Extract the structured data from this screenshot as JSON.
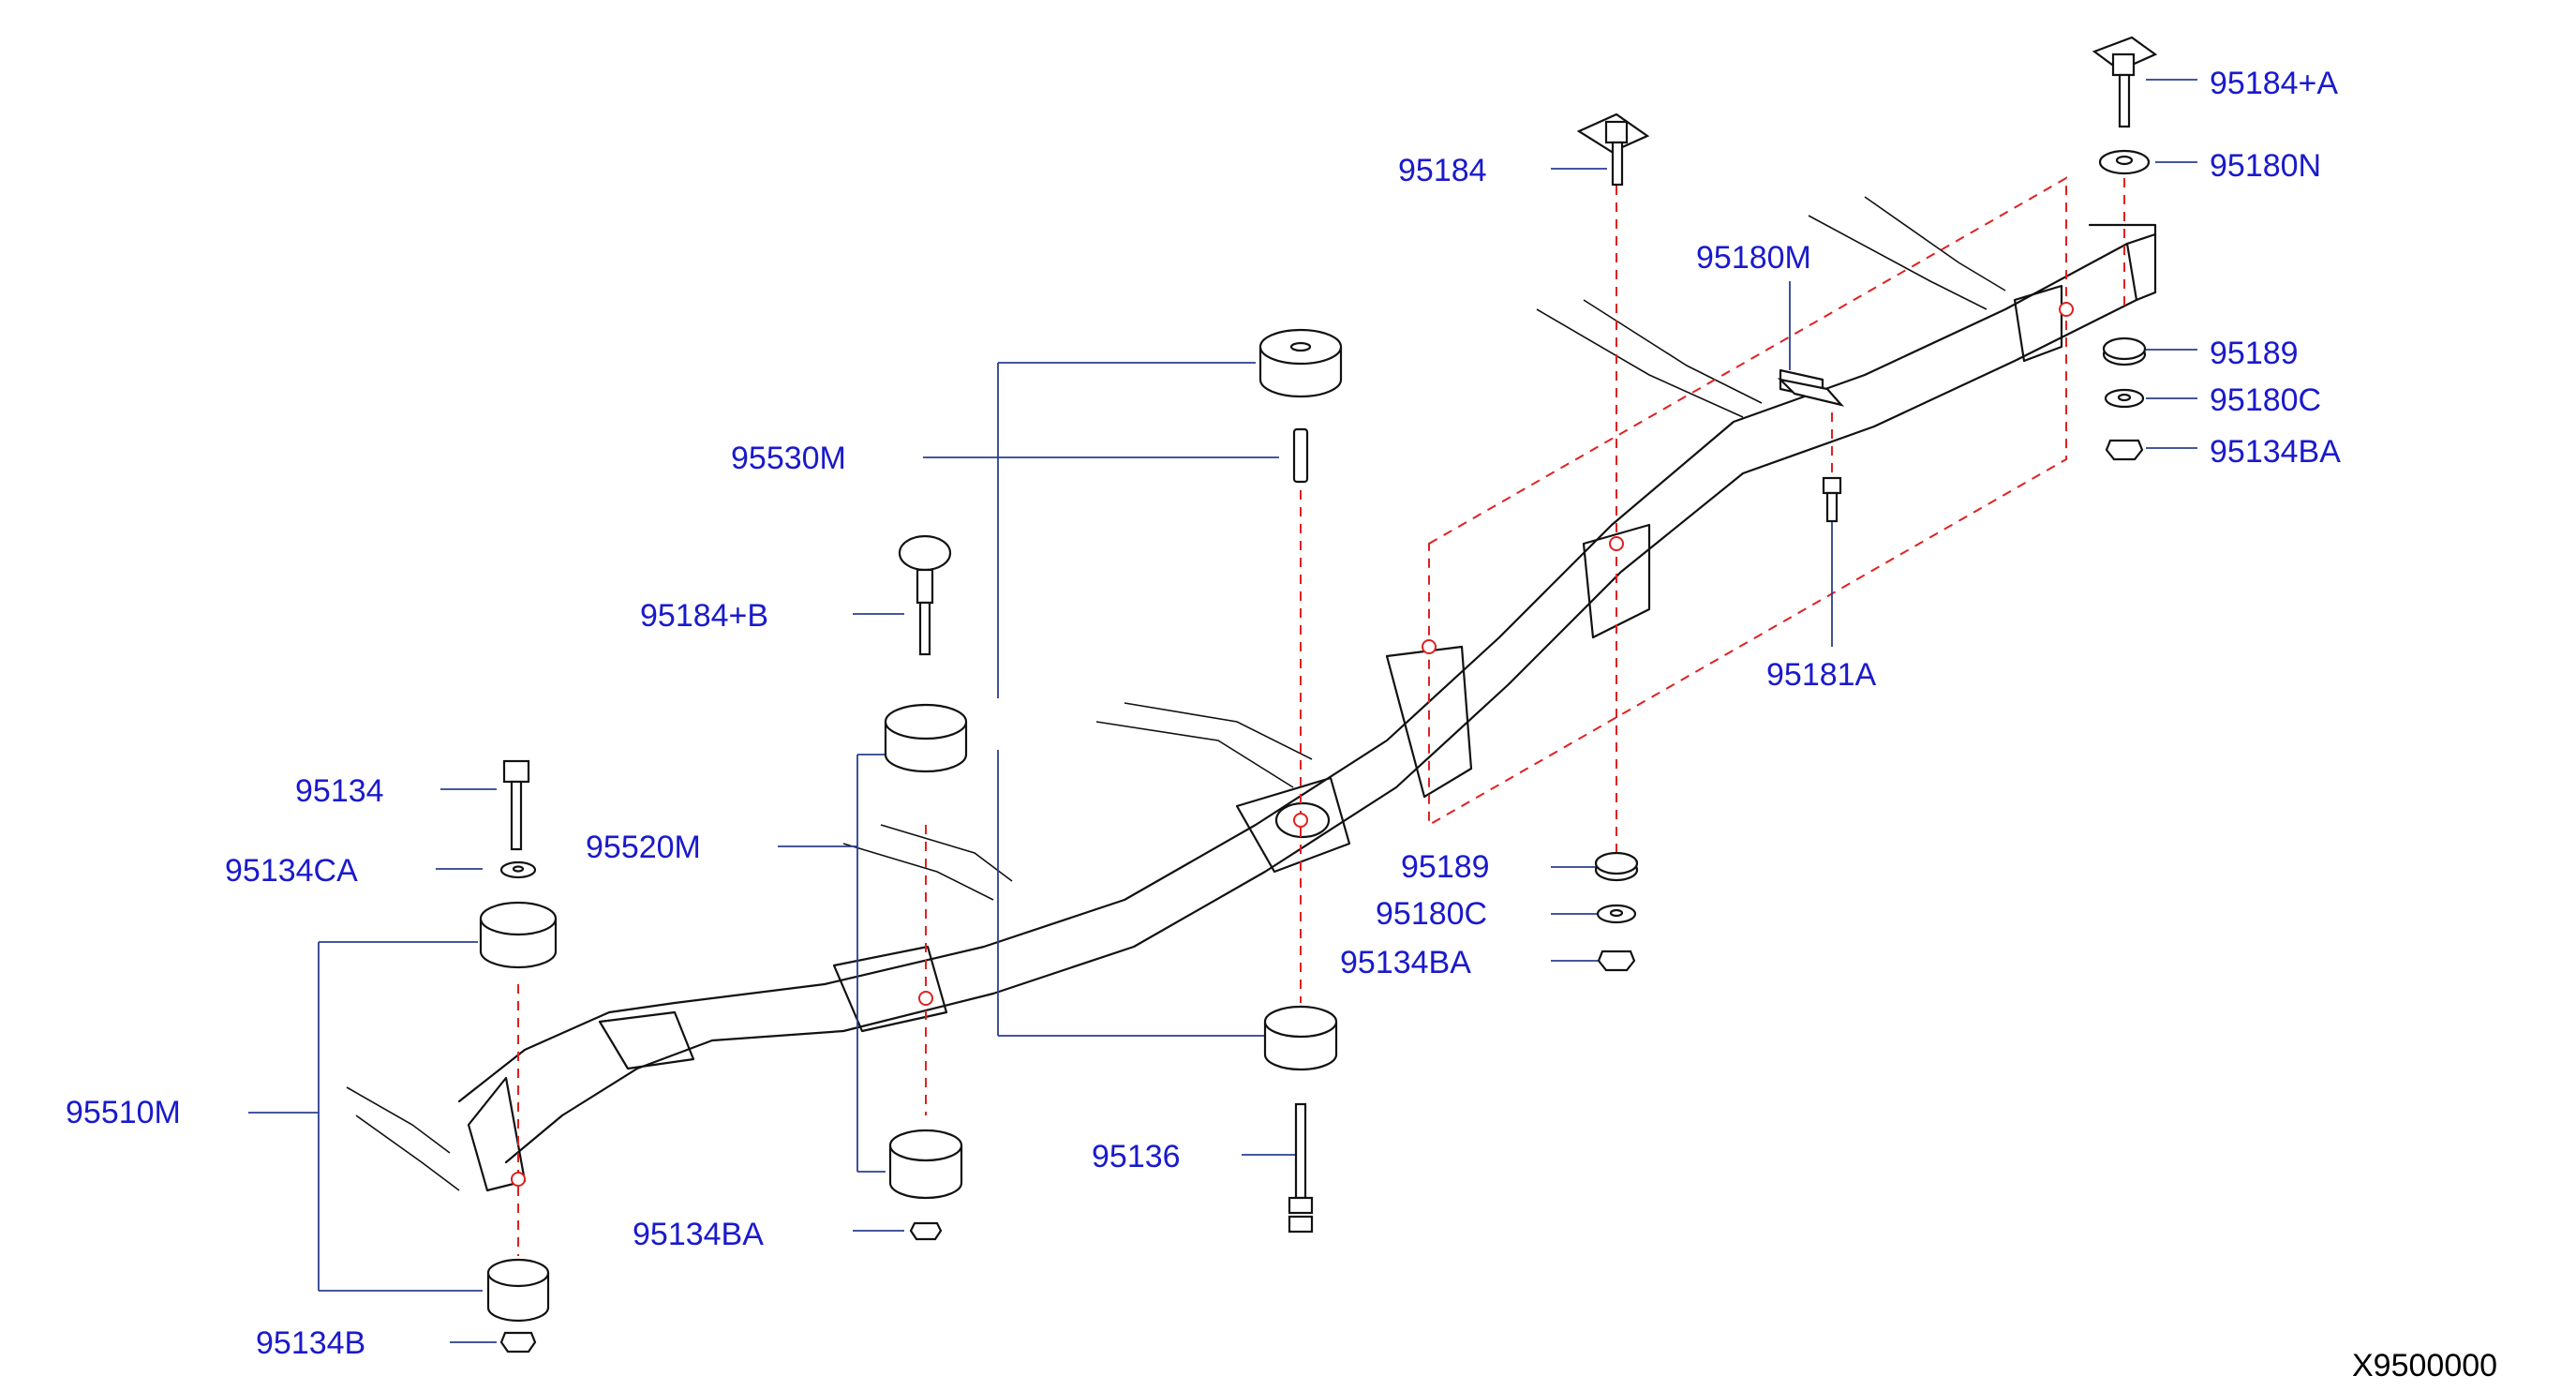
{
  "diagram_code": "X9500000",
  "callouts": [
    {
      "id": "95184pA",
      "text": "95184+A"
    },
    {
      "id": "95180N",
      "text": "95180N"
    },
    {
      "id": "95184",
      "text": "95184"
    },
    {
      "id": "95180M",
      "text": "95180M"
    },
    {
      "id": "95189r",
      "text": "95189"
    },
    {
      "id": "95180Cr",
      "text": "95180C"
    },
    {
      "id": "95134BAr",
      "text": "95134BA"
    },
    {
      "id": "95181A",
      "text": "95181A"
    },
    {
      "id": "95530M",
      "text": "95530M"
    },
    {
      "id": "95184pB",
      "text": "95184+B"
    },
    {
      "id": "95134",
      "text": "95134"
    },
    {
      "id": "95134CA",
      "text": "95134CA"
    },
    {
      "id": "95520M",
      "text": "95520M"
    },
    {
      "id": "95189m",
      "text": "95189"
    },
    {
      "id": "95180Cm",
      "text": "95180C"
    },
    {
      "id": "95134BAm",
      "text": "95134BA"
    },
    {
      "id": "95510M",
      "text": "95510M"
    },
    {
      "id": "95136",
      "text": "95136"
    },
    {
      "id": "95134BAl",
      "text": "95134BA"
    },
    {
      "id": "95134B",
      "text": "95134B"
    }
  ]
}
